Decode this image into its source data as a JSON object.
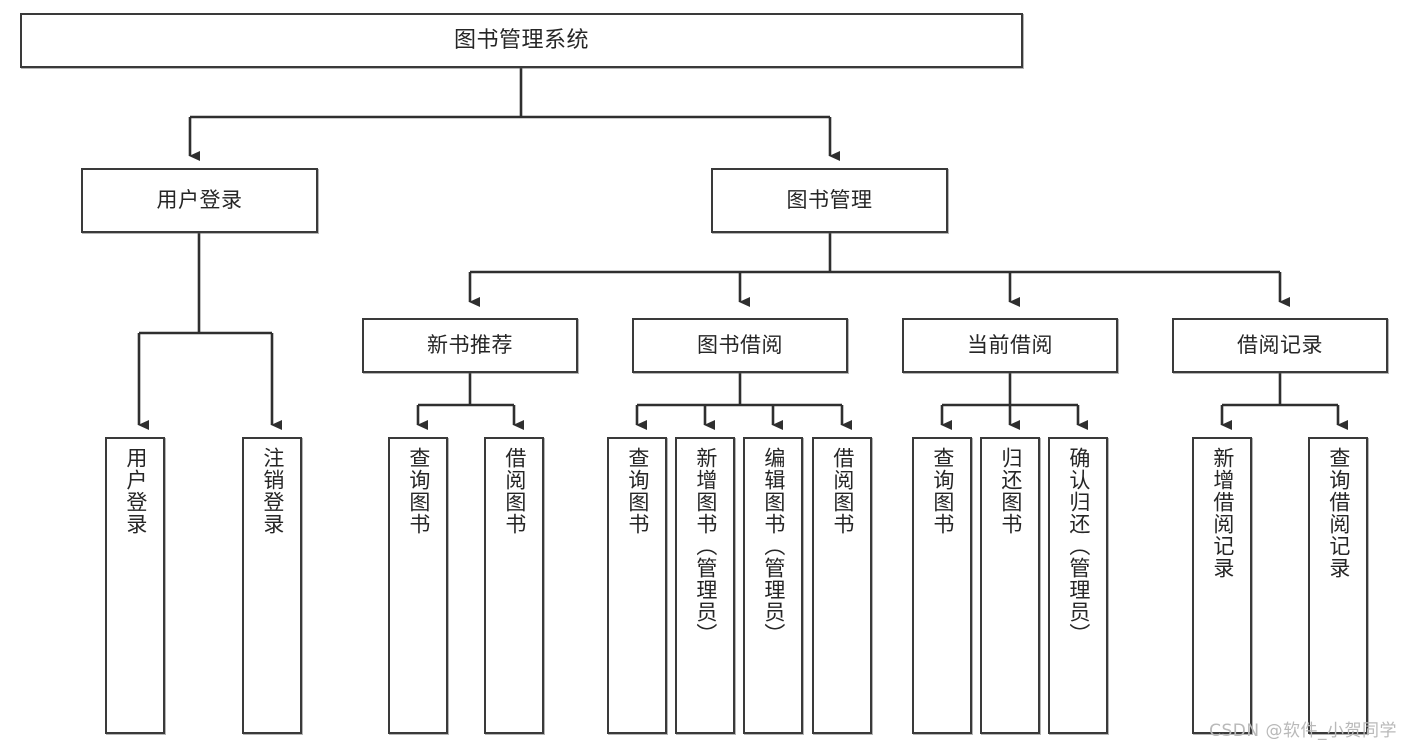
{
  "diagram": {
    "title": "图书管理系统",
    "type": "tree-hierarchy-diagram",
    "watermark": "CSDN @软件_小贺同学",
    "colors": {
      "box_border": "#3a3a3a",
      "box_fill": "#ffffff",
      "connector": "#2f2f2f",
      "text": "#262626",
      "watermark": "#b9b9b9"
    },
    "nodes": {
      "root": {
        "label": "图书管理系统"
      },
      "level2": [
        {
          "label": "用户登录"
        },
        {
          "label": "图书管理"
        }
      ],
      "level3": [
        {
          "label": "新书推荐"
        },
        {
          "label": "图书借阅"
        },
        {
          "label": "当前借阅"
        },
        {
          "label": "借阅记录"
        }
      ],
      "leaves": {
        "user_login": [
          {
            "label": "用户登录"
          },
          {
            "label": "注销登录"
          }
        ],
        "new_book_recommend": [
          {
            "label": "查询图书"
          },
          {
            "label": "借阅图书"
          }
        ],
        "book_borrow": [
          {
            "label": "查询图书"
          },
          {
            "label": "新增图书（管理员）"
          },
          {
            "label": "编辑图书（管理员）"
          },
          {
            "label": "借阅图书"
          }
        ],
        "current_borrow": [
          {
            "label": "查询图书"
          },
          {
            "label": "归还图书"
          },
          {
            "label": "确认归还（管理员）"
          }
        ],
        "borrow_record": [
          {
            "label": "新增借阅记录"
          },
          {
            "label": "查询借阅记录"
          }
        ]
      }
    }
  }
}
